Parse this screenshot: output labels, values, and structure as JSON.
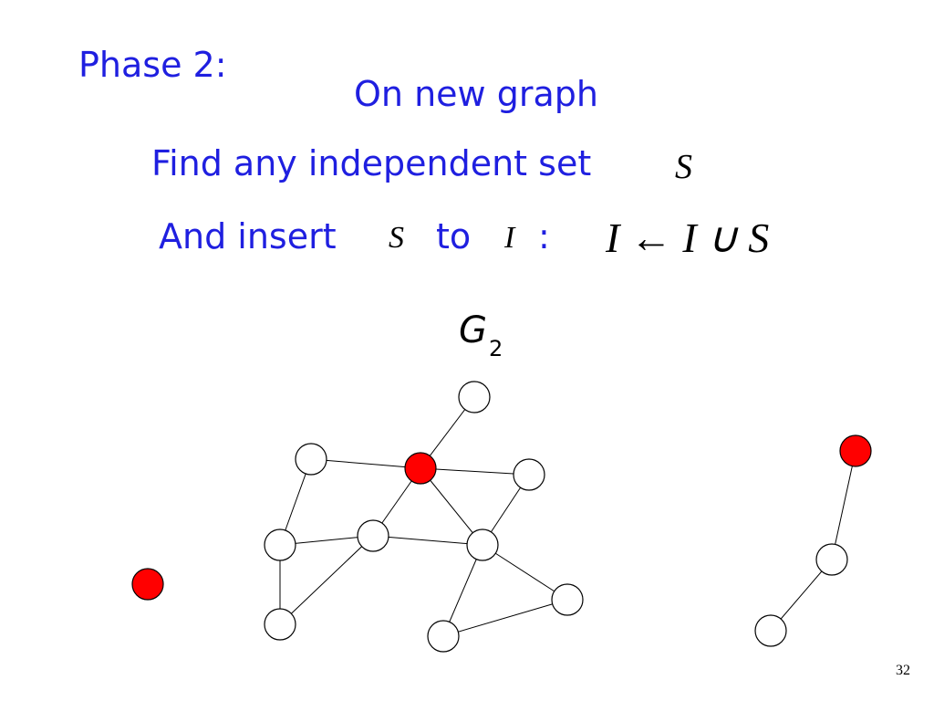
{
  "slide": {
    "phase_title": "Phase 2:",
    "subtitle": "On new graph",
    "line1": "Find any independent set",
    "line2_a": "And insert",
    "line2_b": "to",
    "line2_c": ":",
    "page_number": "32"
  },
  "math": {
    "set_s": "S",
    "set_i": "I",
    "update_rule": "I ← I ∪ S"
  },
  "graph": {
    "label": "G",
    "label_subscript": "2",
    "colors": {
      "selected_fill": "#ff0000",
      "unselected_fill": "#ffffff",
      "stroke": "#000000"
    },
    "nodes": [
      {
        "id": "n1",
        "selected": false
      },
      {
        "id": "n2",
        "selected": false
      },
      {
        "id": "n3",
        "selected": true
      },
      {
        "id": "n4",
        "selected": false
      },
      {
        "id": "n5",
        "selected": false
      },
      {
        "id": "n6",
        "selected": false
      },
      {
        "id": "n7",
        "selected": false
      },
      {
        "id": "n8",
        "selected": false
      },
      {
        "id": "n9",
        "selected": false
      },
      {
        "id": "n10",
        "selected": false
      },
      {
        "id": "n11",
        "selected": true
      },
      {
        "id": "n12",
        "selected": true
      },
      {
        "id": "n13",
        "selected": false
      },
      {
        "id": "n14",
        "selected": false
      }
    ],
    "edges": [
      [
        "n1",
        "n3"
      ],
      [
        "n2",
        "n3"
      ],
      [
        "n2",
        "n5"
      ],
      [
        "n3",
        "n4"
      ],
      [
        "n3",
        "n6"
      ],
      [
        "n3",
        "n7"
      ],
      [
        "n4",
        "n7"
      ],
      [
        "n5",
        "n6"
      ],
      [
        "n5",
        "n8"
      ],
      [
        "n6",
        "n8"
      ],
      [
        "n6",
        "n7"
      ],
      [
        "n7",
        "n9"
      ],
      [
        "n7",
        "n10"
      ],
      [
        "n9",
        "n10"
      ],
      [
        "n12",
        "n13"
      ],
      [
        "n13",
        "n14"
      ]
    ]
  }
}
